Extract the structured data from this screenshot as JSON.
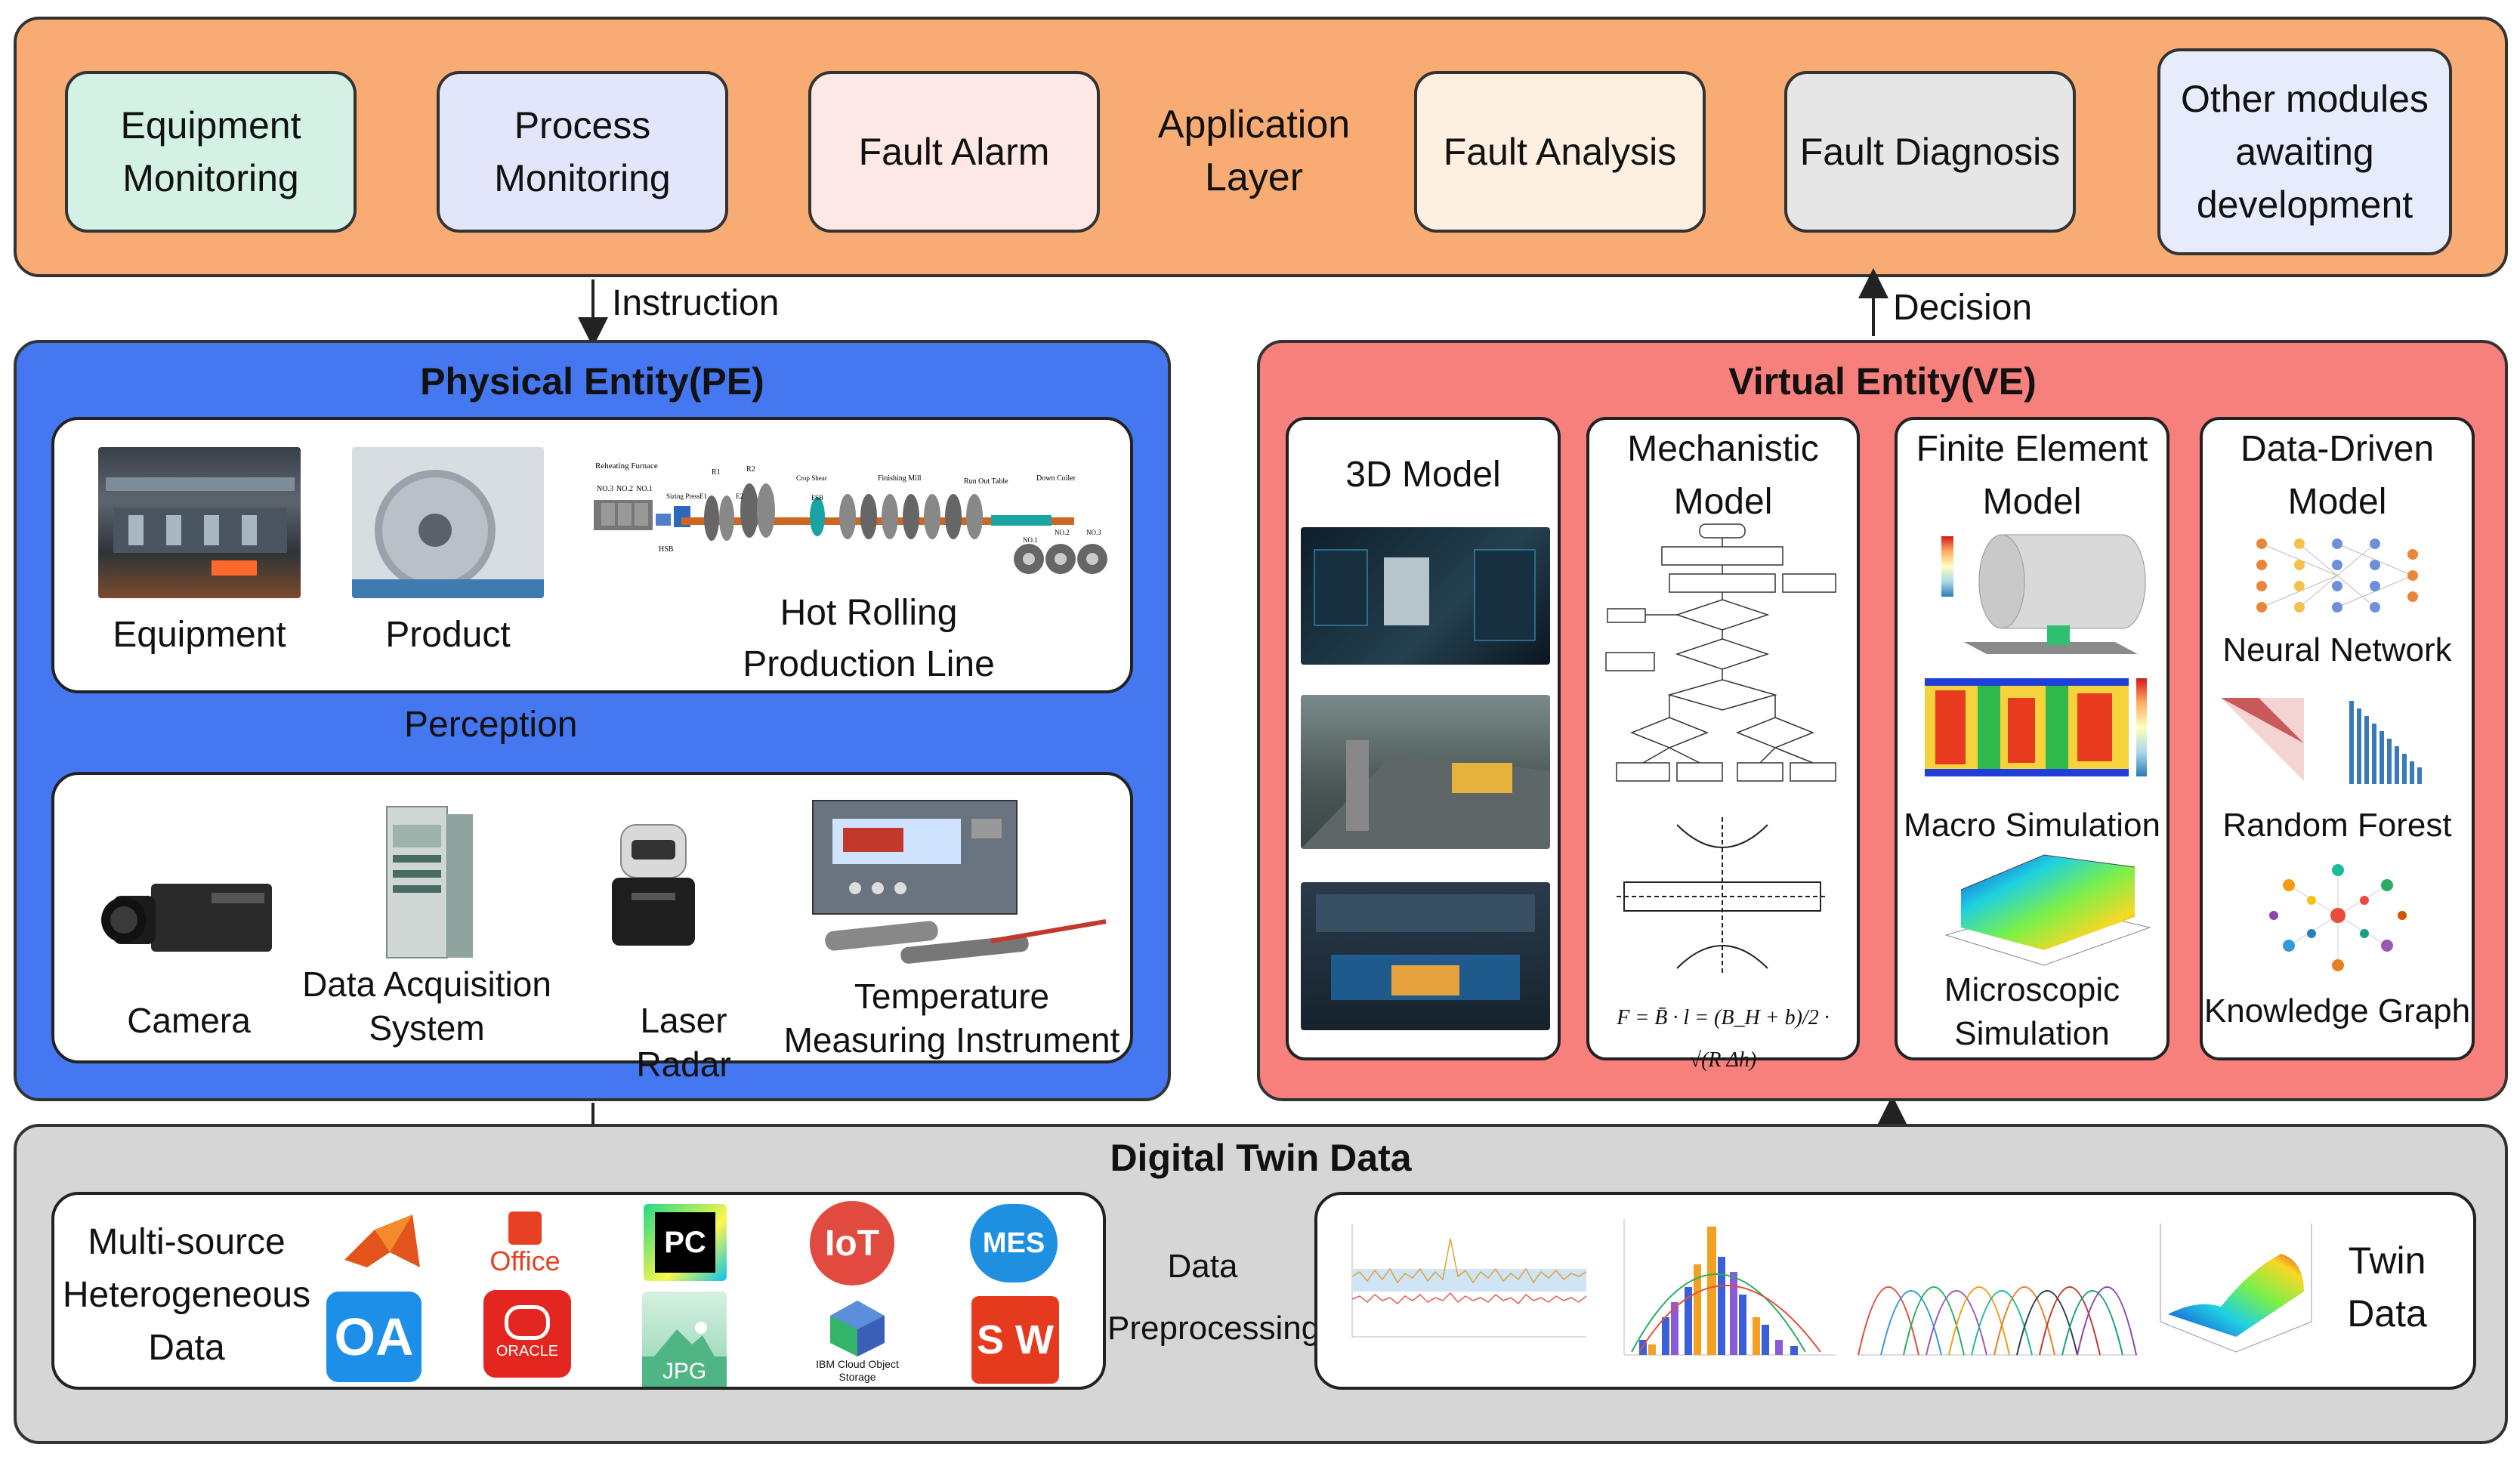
{
  "application_layer": {
    "center_label": "Application Layer",
    "modules": [
      {
        "label": "Equipment Monitoring",
        "color": "#d3f1e4"
      },
      {
        "label": "Process Monitoring",
        "color": "#e3e6fb"
      },
      {
        "label": "Fault Alarm",
        "color": "#fde8e6"
      },
      {
        "label": "Fault Analysis",
        "color": "#fdf0e0"
      },
      {
        "label": "Fault Diagnosis",
        "color": "#e6e6e6"
      },
      {
        "label": "Other modules awaiting development",
        "color": "#e6ecfb"
      }
    ],
    "color": "#f8ac74"
  },
  "arrows": {
    "instruction": "Instruction",
    "decision": "Decision",
    "perception": "Perception",
    "data_preprocessing": "Data Preprocessing"
  },
  "physical_entity": {
    "title": "Physical Entity(PE)",
    "color": "#4477f0",
    "top_items": [
      "Equipment",
      "Product",
      "Hot Rolling Production Line"
    ],
    "bottom_items": [
      "Camera",
      "Data Acquisition System",
      "Laser Radar",
      "Temperature Measuring Instrument"
    ],
    "line_labels": [
      "Reheating Furnace",
      "NO.3",
      "NO.2",
      "NO.1",
      "Sizing Press",
      "HSB",
      "R1",
      "R2",
      "E1",
      "E2",
      "Crop Shear",
      "FSB",
      "Finishing Mill",
      "Run Out Table",
      "Down Coiler",
      "NO.1",
      "NO.2",
      "NO.3"
    ]
  },
  "virtual_entity": {
    "title": "Virtual Entity(VE)",
    "color": "#f77f7c",
    "columns": [
      {
        "title": "3D Model",
        "captions": []
      },
      {
        "title": "Mechanistic Model",
        "captions": [],
        "formula": "F = B̄ · l = (B_H + b)/2 · √(R·Δh)"
      },
      {
        "title": "Finite Element Model",
        "captions": [
          "Macro Simulation",
          "Microscopic Simulation"
        ]
      },
      {
        "title": "Data-Driven Model",
        "captions": [
          "Neural Network",
          "Random Forest",
          "Knowledge Graph"
        ]
      }
    ]
  },
  "digital_twin_data": {
    "title": "Digital Twin Data",
    "color": "#d6d6d6",
    "source_label": "Multi-source Heterogeneous Data",
    "twin_label": "Twin Data",
    "icons": [
      {
        "name": "matlab-icon",
        "text": ""
      },
      {
        "name": "office-icon",
        "text": "Office"
      },
      {
        "name": "pycharm-icon",
        "text": "PC"
      },
      {
        "name": "iot-icon",
        "text": "IoT"
      },
      {
        "name": "mes-icon",
        "text": "MES"
      },
      {
        "name": "oa-icon",
        "text": "OA"
      },
      {
        "name": "oracle-icon",
        "text": "ORACLE"
      },
      {
        "name": "jpg-icon",
        "text": "JPG"
      },
      {
        "name": "ibm-cloud-icon",
        "text": "IBM Cloud Object Storage"
      },
      {
        "name": "solidworks-icon",
        "text": "S W"
      }
    ]
  }
}
